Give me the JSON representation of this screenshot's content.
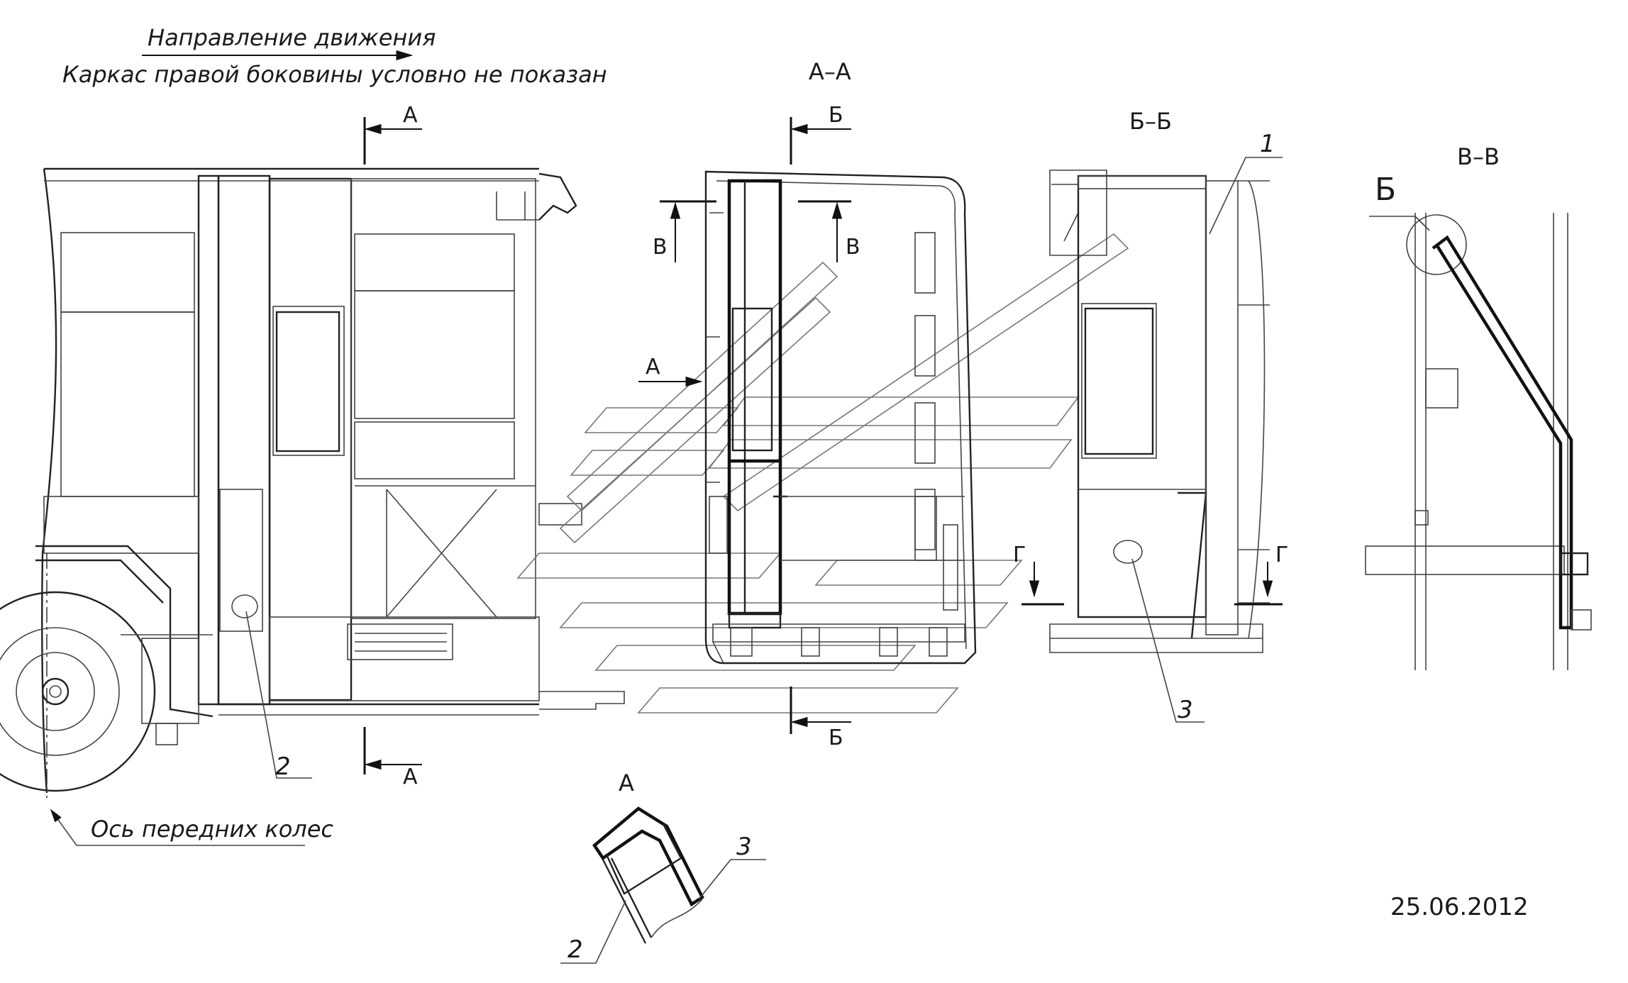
{
  "notes": {
    "direction": "Направление движения",
    "frame_note": "Каркас правой боковины условно не показан",
    "axis_note": "Ось передних колес",
    "date": "25.06.2012"
  },
  "sections": {
    "aa": "А–А",
    "bb": "Б–Б",
    "vv": "В–В",
    "detail_a": "А"
  },
  "markers": {
    "a": "А",
    "b": "Б",
    "v": "В",
    "g": "Г"
  },
  "callouts": {
    "c1": "1",
    "c2": "2",
    "c3": "3"
  }
}
